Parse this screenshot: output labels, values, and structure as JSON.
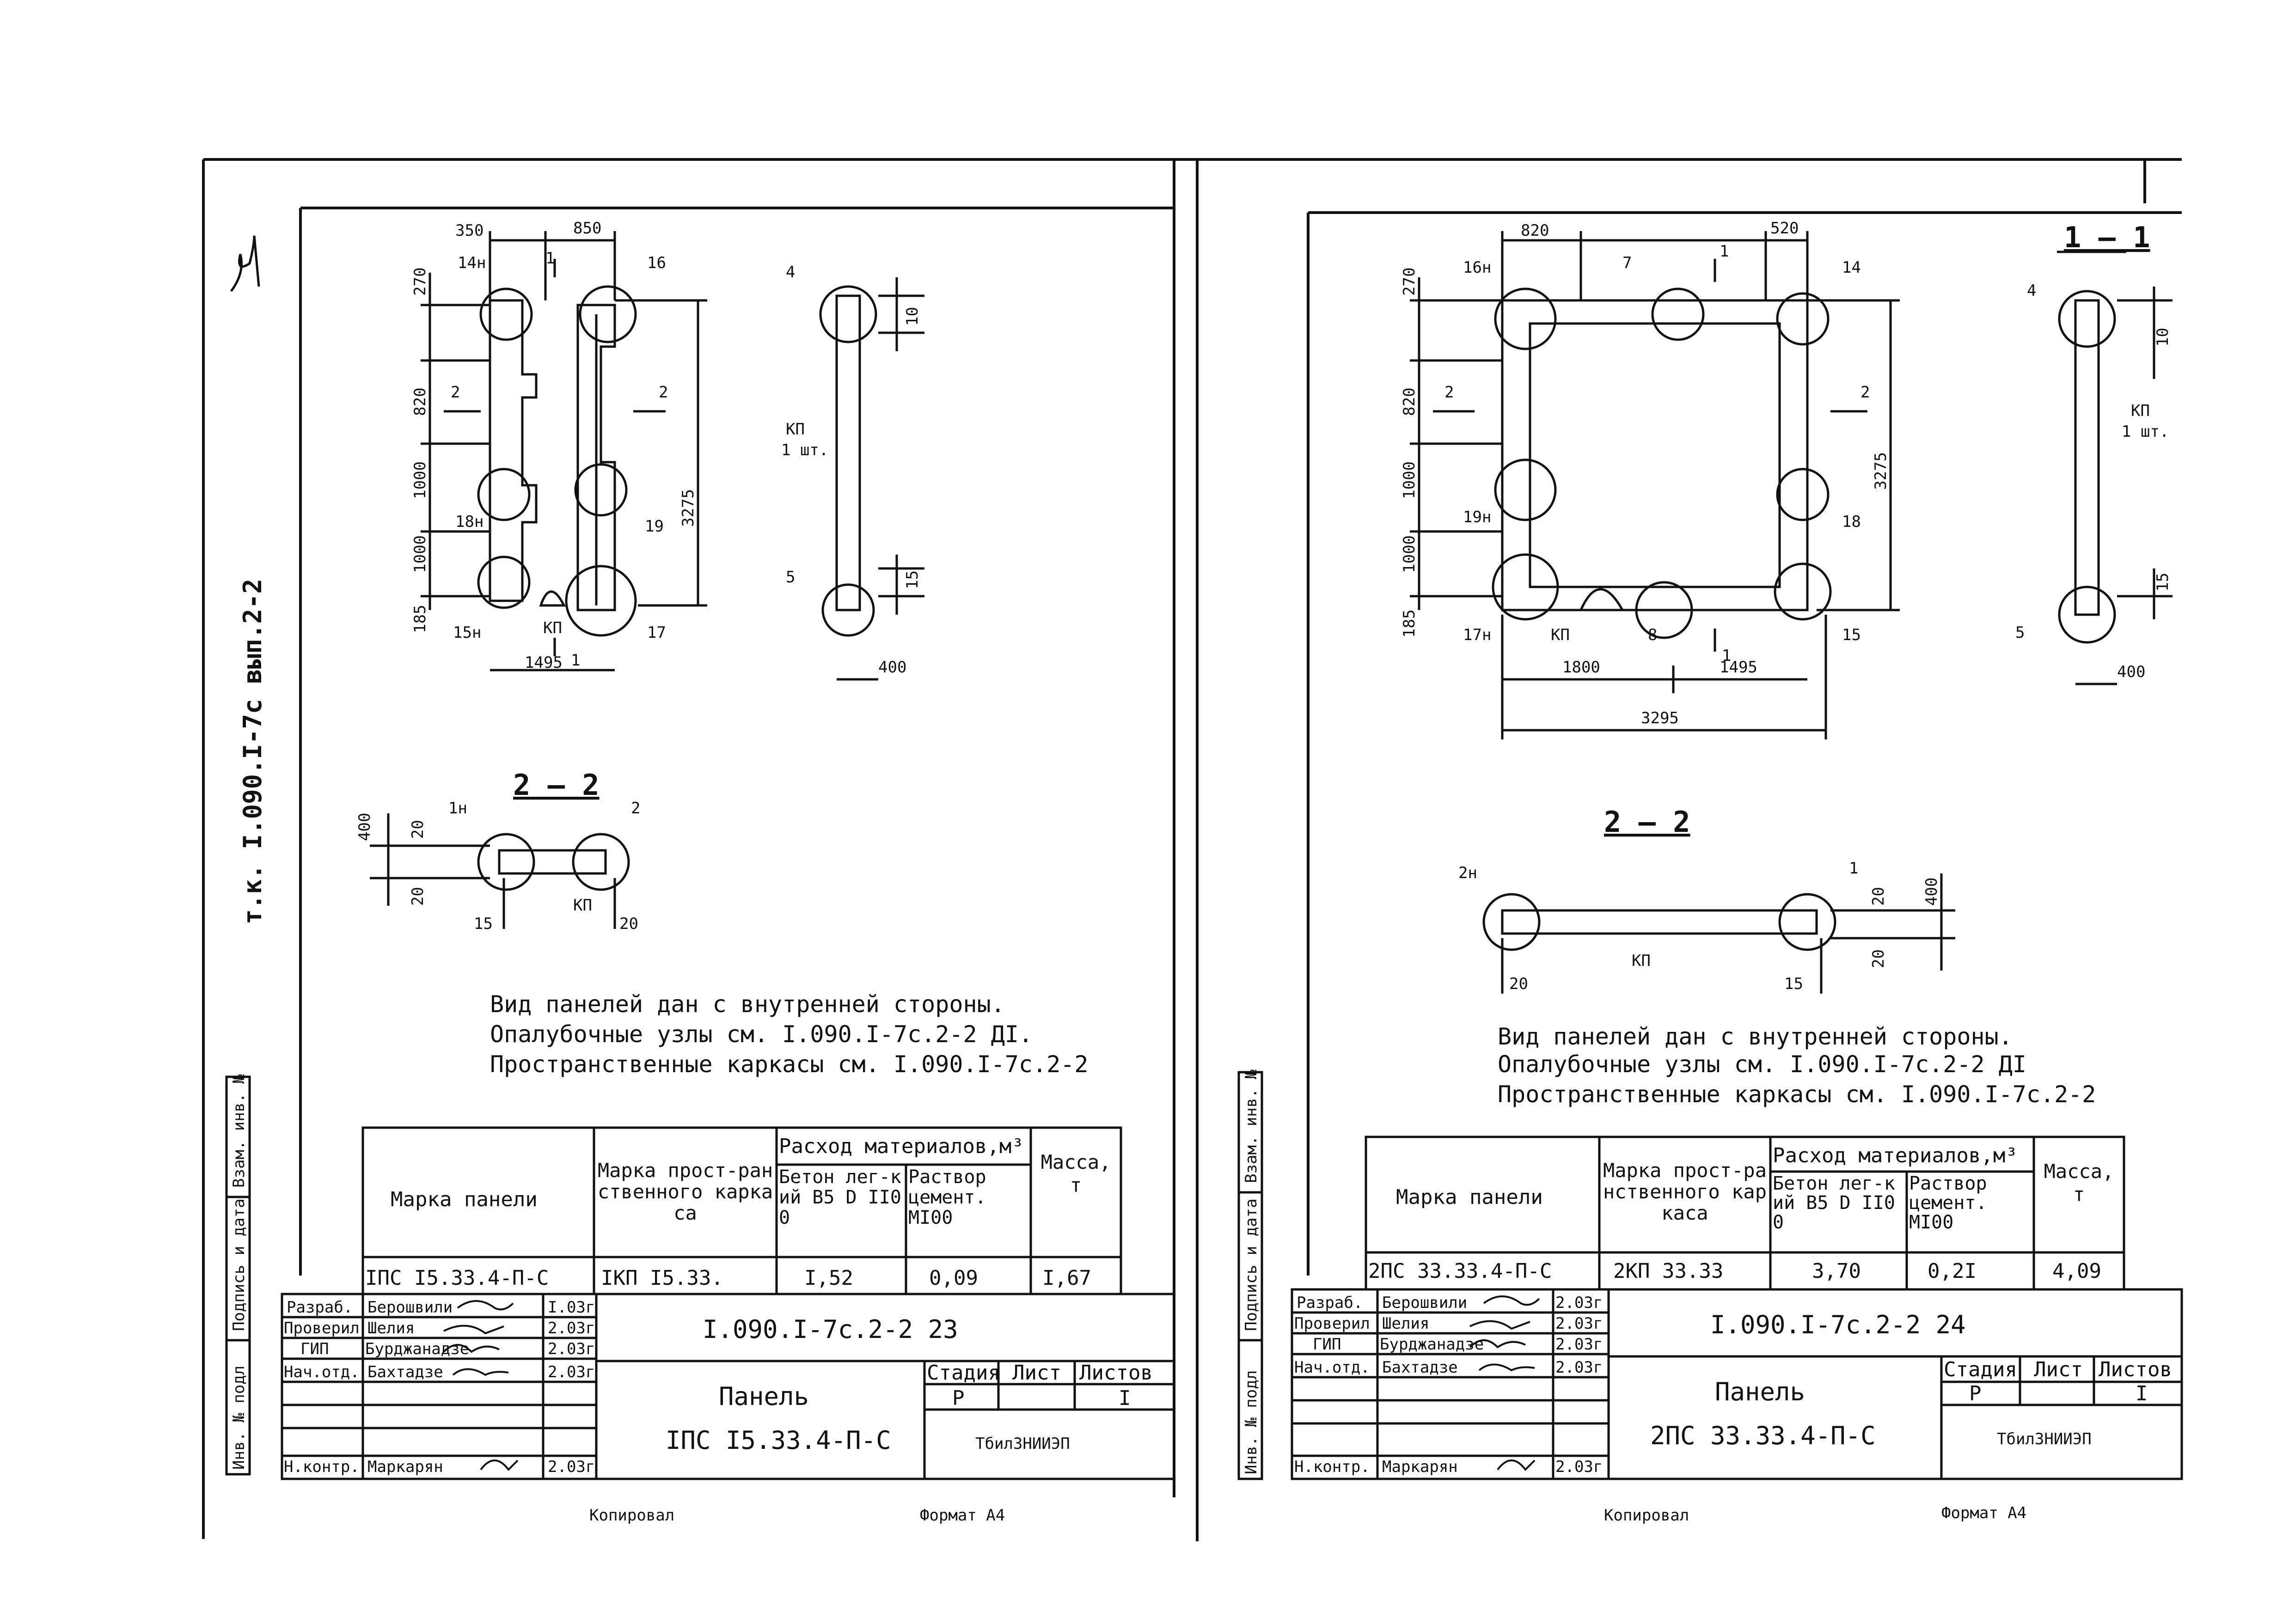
{
  "side": {
    "vertical_code": "т.к. I.090.I-7с вып.2-2",
    "strip_labels": [
      "Взам. инв. №",
      "Подпись и дата",
      "Инв. № подл"
    ]
  },
  "sheets": [
    {
      "dims_top": [
        "350",
        "850"
      ],
      "dims_left": [
        "270",
        "820",
        "1000",
        "1000",
        "185"
      ],
      "dim_height": "3275",
      "dim_bottom": "1495",
      "node_labels": [
        "14н",
        "16",
        "18н",
        "19",
        "15н",
        "17",
        "КП"
      ],
      "section_marks": [
        "1",
        "1",
        "2",
        "2"
      ],
      "side_view": {
        "labels": [
          "4",
          "КП",
          "1 шт.",
          "5"
        ],
        "dims": [
          "10",
          "15",
          "400"
        ]
      },
      "section22": {
        "title": "2 – 2",
        "labels": [
          "1н",
          "2",
          "КП"
        ],
        "dims": [
          "400",
          "20",
          "20",
          "15",
          "20"
        ]
      },
      "notes": [
        "Вид панелей дан с внутренней стороны.",
        "Опалубочные узлы см. I.090.I-7с.2-2 ДI.",
        "Пространственные каркасы см. I.090.I-7с.2-2"
      ],
      "table": {
        "h_panel": "Марка панели",
        "h_frame": "Марка прост-ранственного каркаса",
        "h_consumption": "Расход материалов,м³",
        "h_concrete": "Бетон лег-кий В5 D II00",
        "h_mortar": "Раствор цемент. МI00",
        "h_mass": "Масса, т",
        "row": {
          "panel": "IПС I5.33.4-П-С",
          "frame": "IКП I5.33.",
          "concrete": "I,52",
          "mortar": "0,09",
          "mass": "I,67"
        }
      },
      "stamp": {
        "rows": [
          {
            "role": "Разраб.",
            "name": "Берошвили",
            "date": "I.03г"
          },
          {
            "role": "Проверил",
            "name": "Шелия",
            "date": "2.03г"
          },
          {
            "role": "ГИП",
            "name": "Бурджанадзе",
            "date": "2.03г"
          },
          {
            "role": "Нач.отд.",
            "name": "Бахтадзе",
            "date": "2.03г"
          },
          {
            "role": "Н.контр.",
            "name": "Маркарян",
            "date": "2.03г"
          }
        ],
        "code": "I.090.I-7с.2-2 23",
        "title": "Панель",
        "subtitle": "IПС I5.33.4-П-С",
        "h_stage": "Стадия",
        "h_sheet": "Лист",
        "h_sheets": "Листов",
        "stage": "Р",
        "sheet": "",
        "sheets": "I",
        "org": "ТбилЗНИИЭП"
      },
      "footer": {
        "copied": "Копировал",
        "format": "Формат А4"
      }
    },
    {
      "dims_top": [
        "820",
        "520"
      ],
      "dims_left": [
        "270",
        "820",
        "1000",
        "1000",
        "185"
      ],
      "dim_height": "3275",
      "dims_bottom": [
        "1800",
        "1495"
      ],
      "dim_total": "3295",
      "node_labels": [
        "16н",
        "7",
        "14",
        "19н",
        "18",
        "17н",
        "КП",
        "8",
        "15"
      ],
      "section_marks": [
        "1",
        "1",
        "2",
        "2"
      ],
      "side_view": {
        "title": "1 – 1",
        "labels": [
          "4",
          "КП",
          "1 шт.",
          "5"
        ],
        "dims": [
          "10",
          "15",
          "400"
        ]
      },
      "section22": {
        "title": "2 – 2",
        "labels": [
          "2н",
          "1",
          "КП"
        ],
        "dims": [
          "400",
          "20",
          "20",
          "20",
          "15"
        ]
      },
      "notes": [
        "Вид панелей дан с внутренней стороны.",
        "Опалубочные узлы см. I.090.I-7с.2-2 ДI",
        "Пространственные каркасы см. I.090.I-7с.2-2"
      ],
      "table": {
        "h_panel": "Марка панели",
        "h_frame": "Марка прост-ранственного каркаса",
        "h_consumption": "Расход материалов,м³",
        "h_concrete": "Бетон лег-кий В5 D II00",
        "h_mortar": "Раствор цемент. МI00",
        "h_mass": "Масса, т",
        "row": {
          "panel": "2ПС 33.33.4-П-С",
          "frame": "2КП 33.33",
          "concrete": "3,70",
          "mortar": "0,2I",
          "mass": "4,09"
        }
      },
      "stamp": {
        "rows": [
          {
            "role": "Разраб.",
            "name": "Берошвили",
            "date": "2.03г"
          },
          {
            "role": "Проверил",
            "name": "Шелия",
            "date": "2.03г"
          },
          {
            "role": "ГИП",
            "name": "Бурджанадзе",
            "date": "2.03г"
          },
          {
            "role": "Нач.отд.",
            "name": "Бахтадзе",
            "date": "2.03г"
          },
          {
            "role": "Н.контр.",
            "name": "Маркарян",
            "date": "2.03г"
          }
        ],
        "code": "I.090.I-7с.2-2 24",
        "title": "Панель",
        "subtitle": "2ПС 33.33.4-П-С",
        "h_stage": "Стадия",
        "h_sheet": "Лист",
        "h_sheets": "Листов",
        "stage": "Р",
        "sheet": "",
        "sheets": "I",
        "org": "ТбилЗНИИЭП"
      },
      "footer": {
        "copied": "Копировал",
        "format": "Формат А4"
      }
    }
  ]
}
